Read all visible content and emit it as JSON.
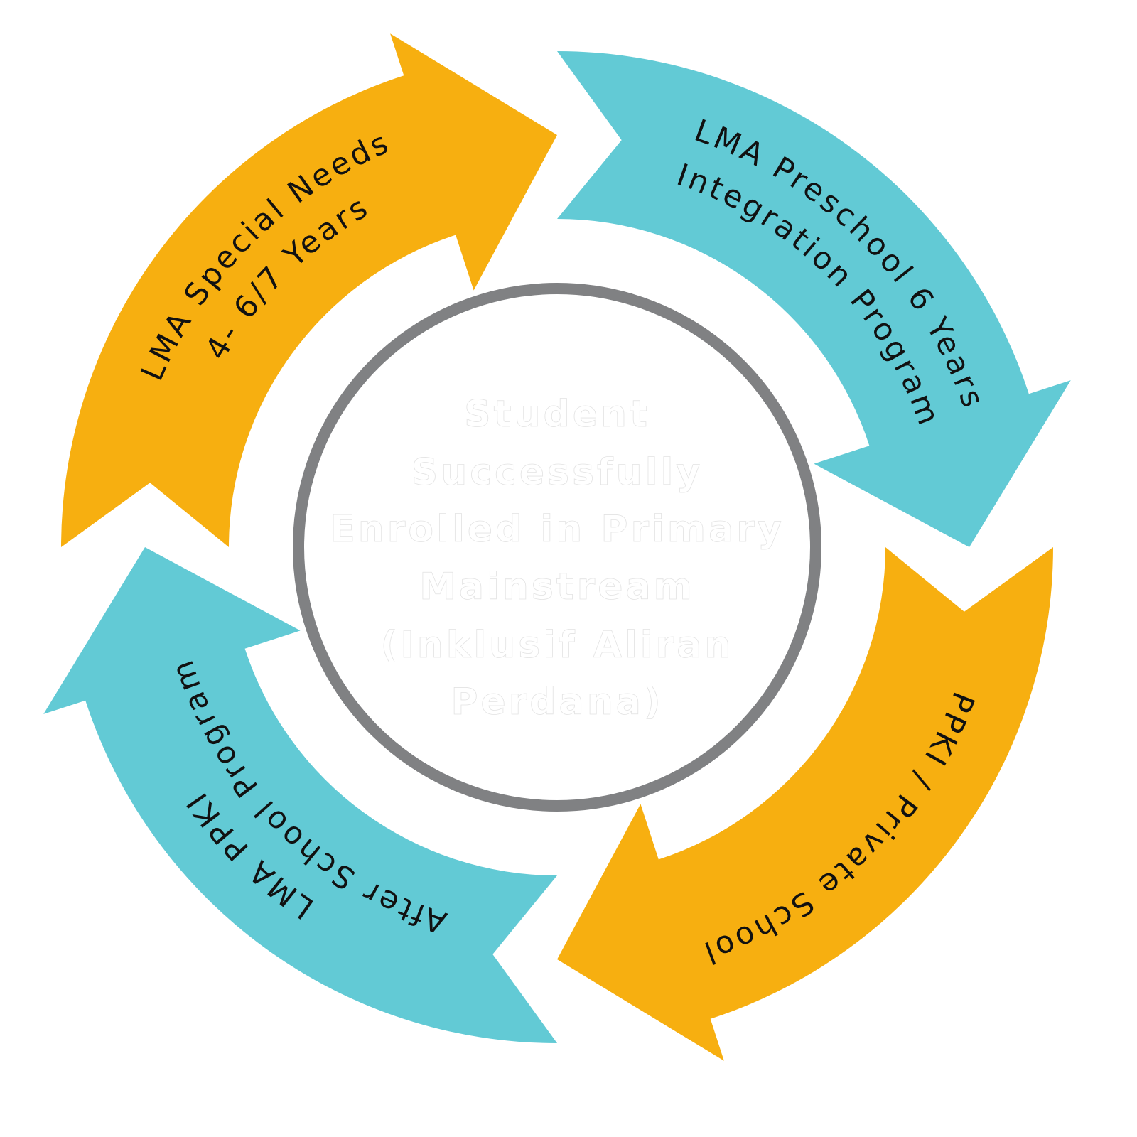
{
  "center": {
    "lines": [
      "Student",
      "Successfully",
      "Enrolled in Primary",
      "Mainstream",
      "(Inklusif Aliran",
      "Perdana)"
    ],
    "ring_color": "#808183",
    "text_color": "#ffffff"
  },
  "steps": [
    {
      "color": "#F7AF10",
      "lines": [
        "LMA Special Needs",
        "4- 6/7 Years"
      ]
    },
    {
      "color": "#62CAD5",
      "lines": [
        "LMA Preschool 6 Years",
        "Integration Program"
      ]
    },
    {
      "color": "#F7AF10",
      "lines": [
        "PPKI / Private School"
      ]
    },
    {
      "color": "#62CAD5",
      "lines": [
        "LMA PPKI",
        "After School Program"
      ]
    }
  ]
}
